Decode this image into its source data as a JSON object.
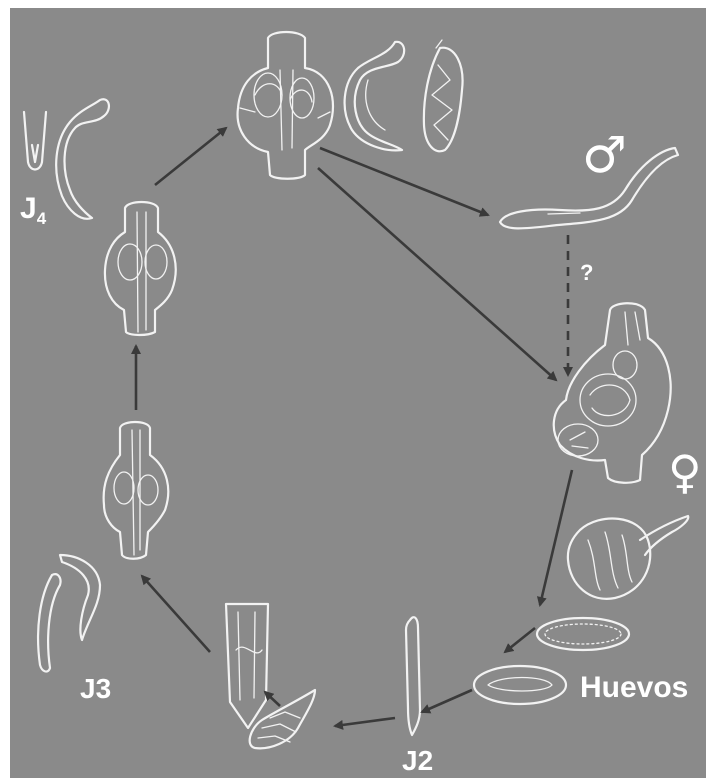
{
  "labels": {
    "j4_main": "J",
    "j4_sub": "4",
    "j3": "J3",
    "j2": "J2",
    "huevos": "Huevos",
    "question": "?",
    "male_symbol": "♂",
    "female_symbol": "♀"
  },
  "colors": {
    "background": "#8a8a8a",
    "ink": "#f2f2f2",
    "arrows": "#3a3a3a",
    "text": "#ffffff"
  }
}
